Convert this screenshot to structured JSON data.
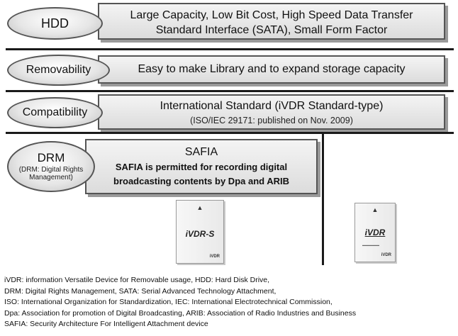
{
  "rows": {
    "hdd": {
      "label": "HDD",
      "line1": "Large Capacity, Low Bit Cost, High Speed Data Transfer",
      "line2": "Standard Interface (SATA), Small Form Factor"
    },
    "removability": {
      "label": "Removability",
      "text": "Easy to make Library and to expand storage capacity"
    },
    "compatibility": {
      "label": "Compatibility",
      "line1": "International Standard (iVDR Standard-type)",
      "line2": "(ISO/IEC 29171: published on Nov. 2009)"
    },
    "drm": {
      "label": "DRM",
      "sublabel_line1": "(DRM: Digital Rights",
      "sublabel_line2": "Management)",
      "title": "SAFIA",
      "line1": "SAFIA is permitted for recording digital",
      "line2": "broadcasting contents by Dpa and ARIB"
    }
  },
  "devices": [
    {
      "logo": "iVDR-S",
      "brand": "iVDR"
    },
    {
      "logo": "iVDR",
      "brand": "iVDR"
    }
  ],
  "footnotes": [
    "iVDR: information Versatile Device for Removable usage, HDD: Hard Disk Drive,",
    "DRM: Digital Rights Management, SATA: Serial Advanced Technology Attachment,",
    "ISO: International Organization for Standardization, IEC: International Electrotechnical Commission,",
    "Dpa: Association for promotion of Digital Broadcasting, ARIB: Association of Radio Industries and Business",
    "SAFIA: Security Architecture For Intelligent Attachment device"
  ]
}
